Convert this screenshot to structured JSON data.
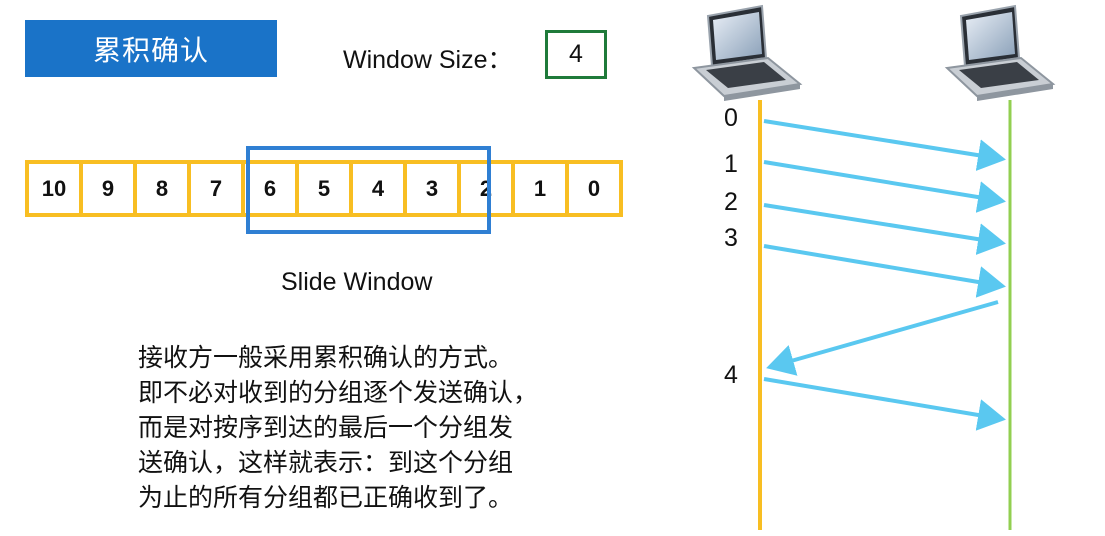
{
  "title": "累积确认",
  "window_size": {
    "label": "Window Size：",
    "value": "4"
  },
  "buffer": {
    "cells": [
      "10",
      "9",
      "8",
      "7",
      "6",
      "5",
      "4",
      "3",
      "2",
      "1",
      "0"
    ],
    "caption": "Slide Window"
  },
  "description": [
    "接收方一般采用累积确认的方式。",
    "即不必对收到的分组逐个发送确认，",
    "而是对按序到达的最后一个分组发",
    "送确认，这样就表示：到这个分组",
    "为止的所有分组都已正确收到了。"
  ],
  "sequence": {
    "labels": [
      "0",
      "1",
      "2",
      "3",
      "4"
    ],
    "colors": {
      "sender_line": "#f8be22",
      "receiver_line": "#92cf50",
      "arrow": "#5ac8f0"
    }
  }
}
